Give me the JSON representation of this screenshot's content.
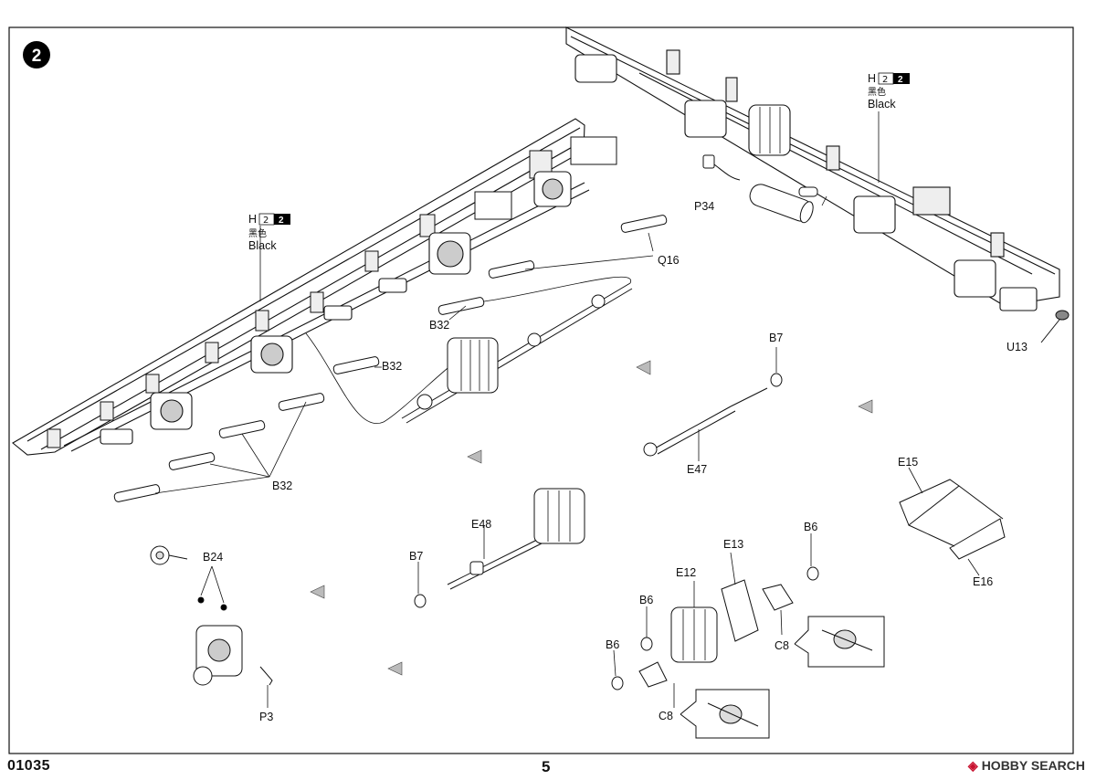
{
  "step": {
    "number": "2"
  },
  "callouts": {
    "h1": {
      "part": "H",
      "num1": "2",
      "num2": "2",
      "color_cn": "黑色",
      "color_en": "Black"
    },
    "h2": {
      "part": "H",
      "num1": "2",
      "num2": "2",
      "color_cn": "黑色",
      "color_en": "Black"
    }
  },
  "labels": {
    "q16": "Q16",
    "p34": "P34",
    "u13": "U13",
    "b32_a": "B32",
    "b32_b": "B32",
    "b32_c": "B32",
    "b7_a": "B7",
    "b7_b": "B7",
    "e47": "E47",
    "e48": "E48",
    "e15": "E15",
    "e16": "E16",
    "e13": "E13",
    "e12": "E12",
    "b6_a": "B6",
    "b6_b": "B6",
    "b6_c": "B6",
    "c8_a": "C8",
    "c8_b": "C8",
    "b24": "B24",
    "p3": "P3"
  },
  "footer": {
    "code": "01035",
    "page": "5",
    "watermark_logo": "HOBBY SEARCH"
  },
  "colors": {
    "ink": "#111111",
    "fill_dark": "#000000",
    "paper": "#ffffff",
    "watermark": "#c8102e"
  }
}
